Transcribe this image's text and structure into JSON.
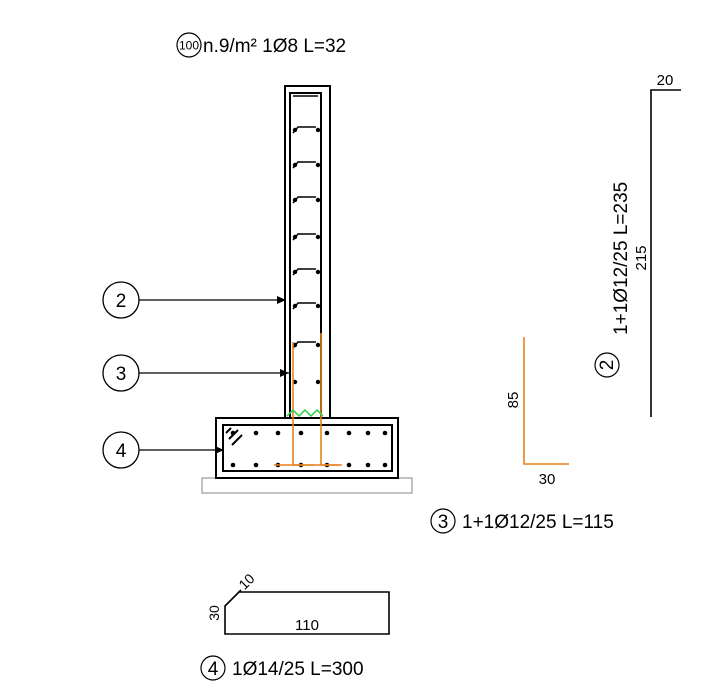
{
  "colors": {
    "line": "#000000",
    "orange": "#e8821e",
    "green": "#39d353",
    "base": "#a0a0a0"
  },
  "header": {
    "mark_id": "100",
    "spec": "n.9/m² 1Ø8 L=32"
  },
  "callouts": [
    {
      "id": "2"
    },
    {
      "id": "3"
    },
    {
      "id": "4"
    }
  ],
  "bar2": {
    "id": "2",
    "spec": "1+1Ø12/25 L=235",
    "dim_top": "20",
    "dim_vertical": "215"
  },
  "bar3": {
    "id": "3",
    "spec": "1+1Ø12/25 L=115",
    "dim_vertical": "85",
    "dim_horizontal": "30"
  },
  "bar4": {
    "id": "4",
    "spec": "1Ø14/25 L=300",
    "dim_hook": "10",
    "dim_vertical": "30",
    "dim_horizontal": "110"
  }
}
